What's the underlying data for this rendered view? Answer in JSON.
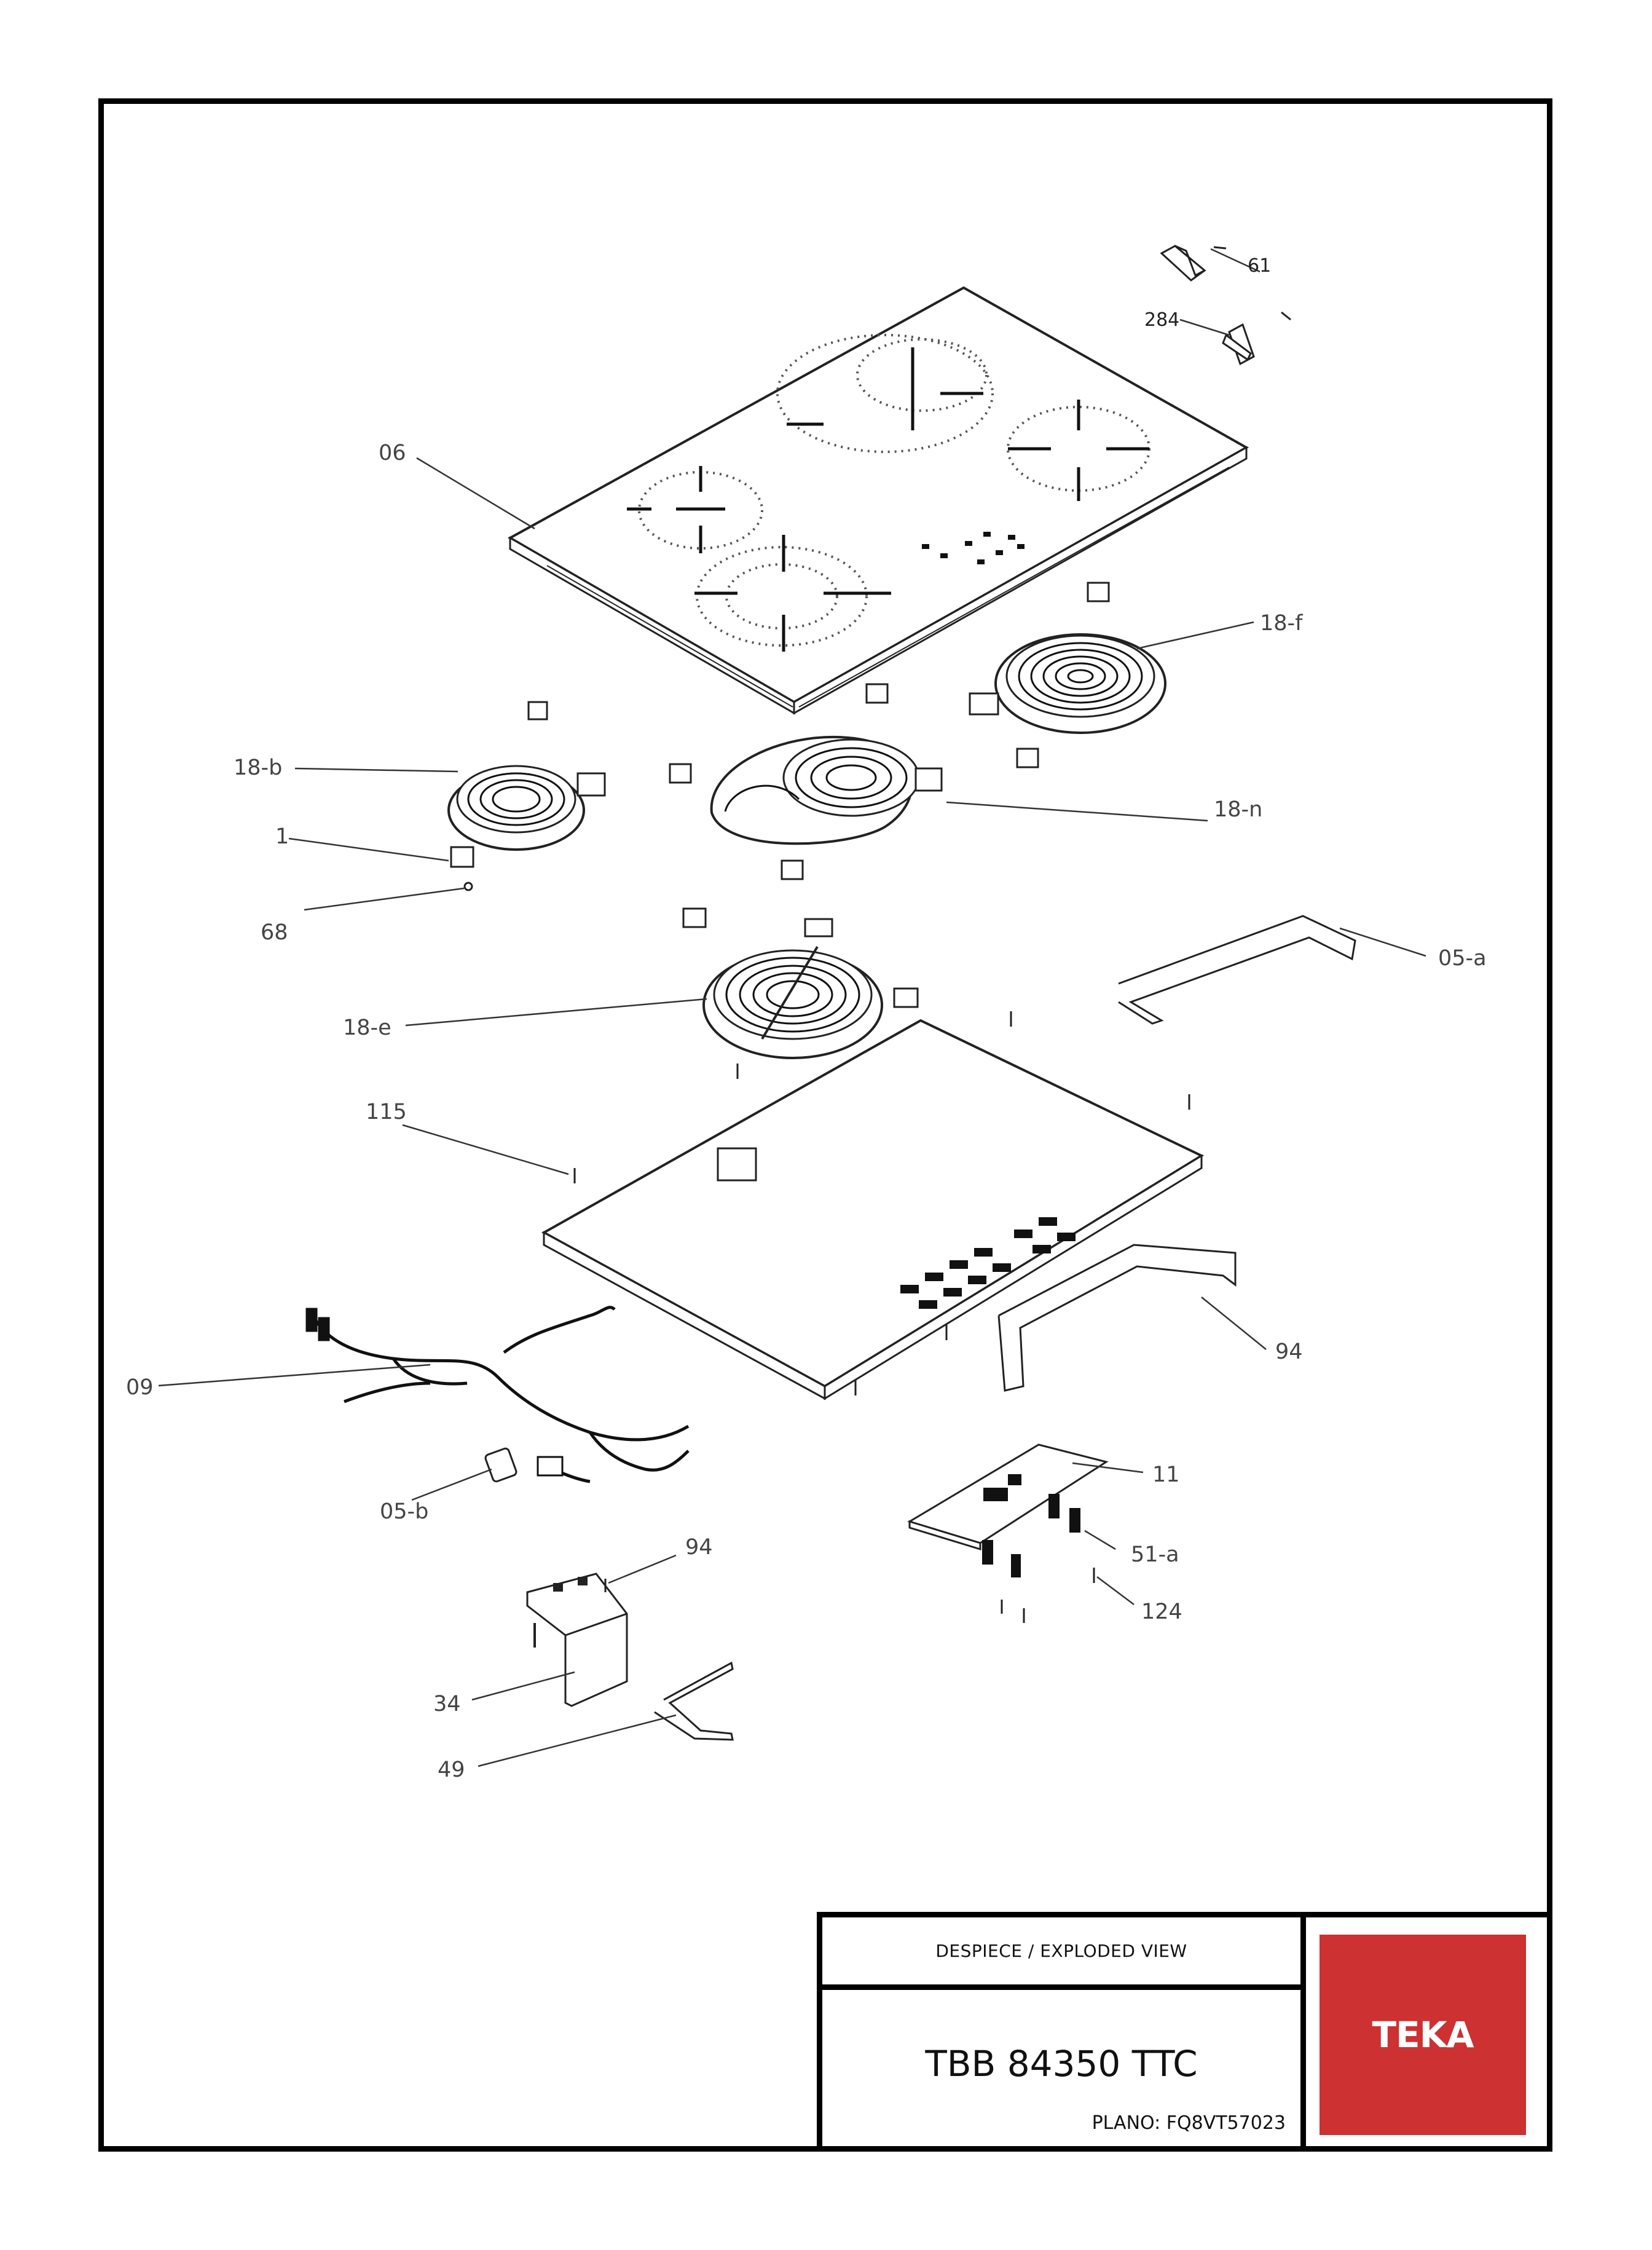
{
  "callouts": {
    "c61": "61",
    "c284": "284",
    "c06": "06",
    "c18f": "18-f",
    "c18b": "18-b",
    "c18n": "18-n",
    "c1": "1",
    "c68": "68",
    "c05a": "05-a",
    "c18e": "18-e",
    "c115": "115",
    "c09": "09",
    "c94a": "94",
    "c05b": "05-b",
    "c11": "11",
    "c51a": "51-a",
    "c124": "124",
    "c94b": "94",
    "c34": "34",
    "c49": "49"
  },
  "title_block": {
    "header": "DESPIECE / EXPLODED VIEW",
    "model": "TBB 84350 TTC",
    "plano": "PLANO: FQ8VT57023",
    "logo_text": "TEKA",
    "logo_color": "#cd3131"
  }
}
